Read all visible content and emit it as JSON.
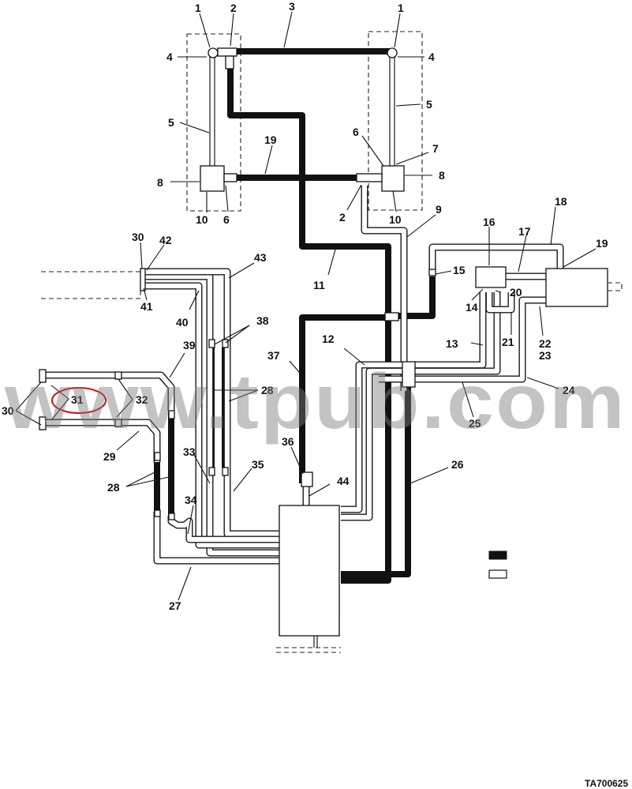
{
  "figure_id": "TA700625",
  "watermark": "www.tpub.com",
  "legend": {
    "dark_swatch_color": "#111111",
    "light_swatch_color": "#ffffff"
  },
  "callouts": [
    {
      "id": "c1a",
      "text": "1"
    },
    {
      "id": "c2a",
      "text": "2"
    },
    {
      "id": "c3",
      "text": "3"
    },
    {
      "id": "c1b",
      "text": "1"
    },
    {
      "id": "c4a",
      "text": "4"
    },
    {
      "id": "c4b",
      "text": "4"
    },
    {
      "id": "c5a",
      "text": "5"
    },
    {
      "id": "c5b",
      "text": "5"
    },
    {
      "id": "c19a",
      "text": "19"
    },
    {
      "id": "c6a",
      "text": "6"
    },
    {
      "id": "c7",
      "text": "7"
    },
    {
      "id": "c8a",
      "text": "8"
    },
    {
      "id": "c8b",
      "text": "8"
    },
    {
      "id": "c10a",
      "text": "10"
    },
    {
      "id": "c6b",
      "text": "6"
    },
    {
      "id": "c2b",
      "text": "2"
    },
    {
      "id": "c10b",
      "text": "10"
    },
    {
      "id": "c9",
      "text": "9"
    },
    {
      "id": "c18",
      "text": "18"
    },
    {
      "id": "c16",
      "text": "16"
    },
    {
      "id": "c17",
      "text": "17"
    },
    {
      "id": "c19b",
      "text": "19"
    },
    {
      "id": "c30a",
      "text": "30"
    },
    {
      "id": "c42",
      "text": "42"
    },
    {
      "id": "c43",
      "text": "43"
    },
    {
      "id": "c11",
      "text": "11"
    },
    {
      "id": "c15",
      "text": "15"
    },
    {
      "id": "c20",
      "text": "20"
    },
    {
      "id": "c41",
      "text": "41"
    },
    {
      "id": "c40",
      "text": "40"
    },
    {
      "id": "c38",
      "text": "38"
    },
    {
      "id": "c14",
      "text": "14"
    },
    {
      "id": "c13",
      "text": "13"
    },
    {
      "id": "c21",
      "text": "21"
    },
    {
      "id": "c22",
      "text": "22"
    },
    {
      "id": "c23",
      "text": "23"
    },
    {
      "id": "c39",
      "text": "39"
    },
    {
      "id": "c12",
      "text": "12"
    },
    {
      "id": "c37",
      "text": "37"
    },
    {
      "id": "c28a",
      "text": "28"
    },
    {
      "id": "c24",
      "text": "24"
    },
    {
      "id": "c32",
      "text": "32"
    },
    {
      "id": "c31",
      "text": "31"
    },
    {
      "id": "c30b",
      "text": "30"
    },
    {
      "id": "c25",
      "text": "25"
    },
    {
      "id": "c29",
      "text": "29"
    },
    {
      "id": "c36",
      "text": "36"
    },
    {
      "id": "c33",
      "text": "33"
    },
    {
      "id": "c35",
      "text": "35"
    },
    {
      "id": "c26",
      "text": "26"
    },
    {
      "id": "c28b",
      "text": "28"
    },
    {
      "id": "c44",
      "text": "44"
    },
    {
      "id": "c34",
      "text": "34"
    },
    {
      "id": "c27",
      "text": "27"
    }
  ]
}
